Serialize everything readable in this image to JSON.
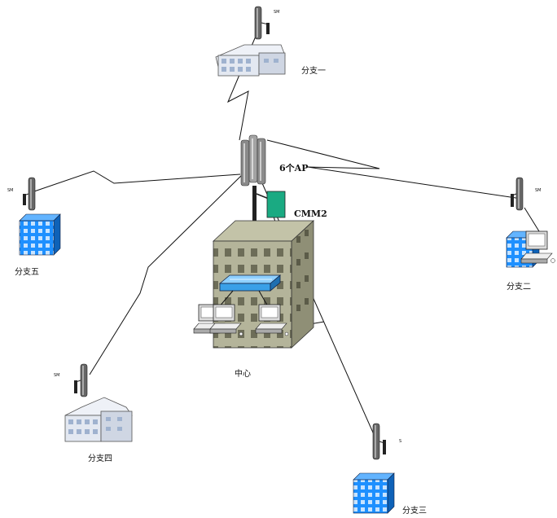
{
  "labels": {
    "branch1": "分支一",
    "branch2": "分支二",
    "branch3": "分支三",
    "branch4": "分支四",
    "branch5": "分支五",
    "center": "中心",
    "ap": "6个AP",
    "cmm": "CMM2",
    "sm": "SM",
    "s_partial": "S"
  },
  "colors": {
    "ap_gray": "#9a9a9a",
    "building_tan": "#b4b49a",
    "building_blue": "#1e90ff",
    "cmm_green": "#1aaa82",
    "switch_blue": "#3aa0e8"
  }
}
